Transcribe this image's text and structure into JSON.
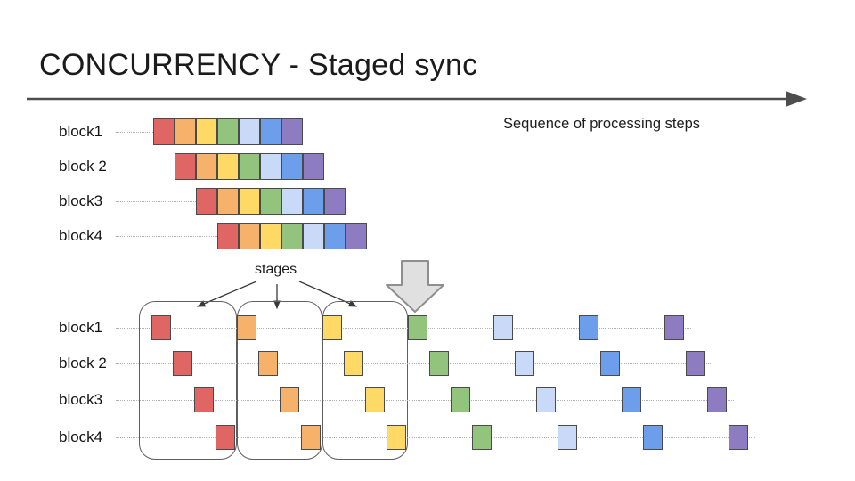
{
  "title": "CONCURRENCY - Staged sync",
  "sequence_label": "Sequence of processing steps",
  "stages_label": "stages",
  "palette": [
    "#e06666",
    "#f6b26b",
    "#ffd966",
    "#93c47d",
    "#c9daf8",
    "#6d9eeb",
    "#8e7cc3"
  ],
  "square_border_color": "#4a4a4a",
  "arrow_color": "#4d4d4d",
  "top_section": {
    "rows": [
      {
        "label": "block1"
      },
      {
        "label": "block 2"
      },
      {
        "label": "block3"
      },
      {
        "label": "block4"
      }
    ],
    "steps_per_row": 7
  },
  "bottom_section": {
    "rows": [
      {
        "label": "block1"
      },
      {
        "label": "block 2"
      },
      {
        "label": "block3"
      },
      {
        "label": "block4"
      }
    ],
    "steps_per_row": 7
  },
  "stage_count": 3
}
